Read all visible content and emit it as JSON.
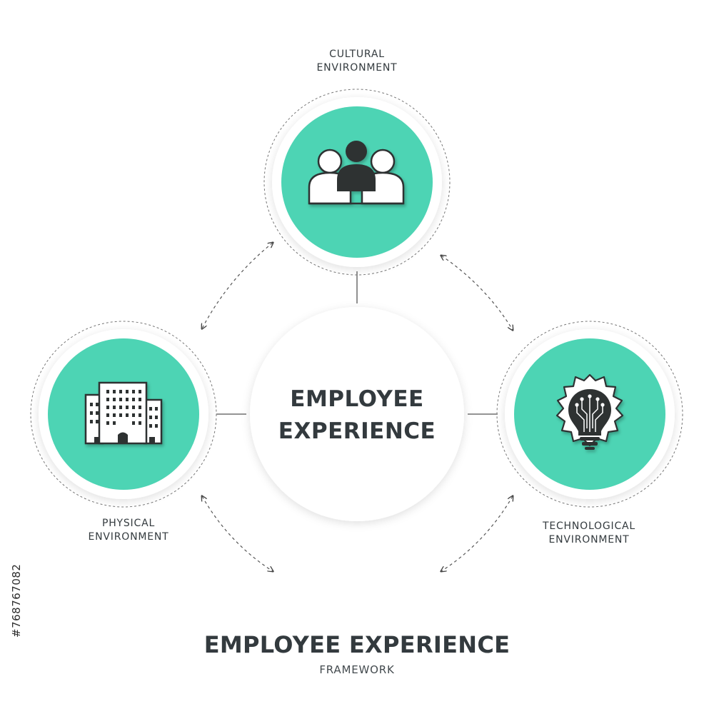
{
  "center": {
    "line1": "EMPLOYEE",
    "line2": "EXPERIENCE"
  },
  "nodes": [
    {
      "id": "cultural",
      "line1": "CULTURAL",
      "line2": "ENVIRONMENT",
      "icon": "team-people-icon"
    },
    {
      "id": "physical",
      "line1": "PHYSICAL",
      "line2": "ENVIRONMENT",
      "icon": "office-building-icon"
    },
    {
      "id": "technological",
      "line1": "TECHNOLOGICAL",
      "line2": "ENVIRONMENT",
      "icon": "lightbulb-circuit-icon"
    }
  ],
  "footer": {
    "title": "EMPLOYEE EXPERIENCE",
    "subtitle": "FRAMEWORK"
  },
  "watermark": "#768767082",
  "colors": {
    "accent": "#4dd4b4",
    "dark": "#333a3e",
    "background": "#ffffff"
  }
}
